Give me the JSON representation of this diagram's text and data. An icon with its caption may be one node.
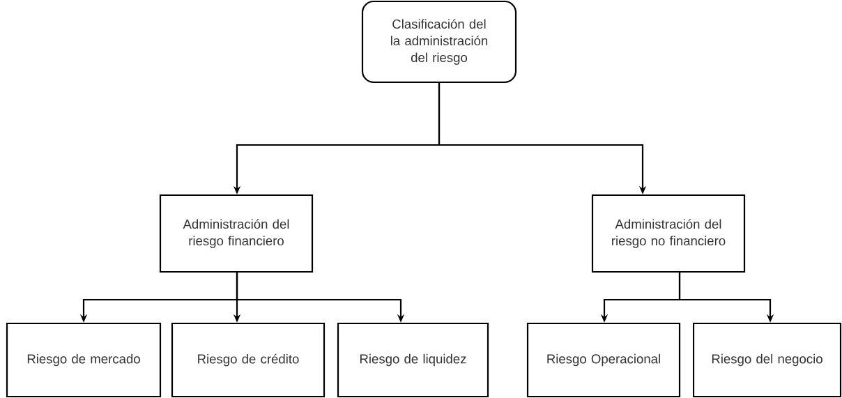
{
  "diagram": {
    "nodes": [
      {
        "text": [
          "Clasificación del la administración del riesgo"
        ]
      },
      {
        "text": [
          "Administración del riesgo financiero"
        ]
      },
      {
        "text": [
          "Administración del riesgo no financiero"
        ]
      },
      {
        "text": [
          "Riesgo de mercado"
        ]
      },
      {
        "text": [
          "Riesgo de crédito"
        ]
      },
      {
        "text": [
          "Riesgo de liquidez"
        ]
      },
      {
        "text": [
          "Riesgo Operacional"
        ]
      },
      {
        "text": [
          "Riesgo del negocio"
        ]
      }
    ],
    "edges": [
      {
        "from": 0,
        "to": 1,
        "arrow": "to"
      },
      {
        "from": 0,
        "to": 2,
        "arrow": "to"
      },
      {
        "from": 1,
        "to": 3,
        "arrow": "to"
      },
      {
        "from": 1,
        "to": 4,
        "arrow": "to"
      },
      {
        "from": 1,
        "to": 5,
        "arrow": "to"
      },
      {
        "from": 2,
        "to": 6,
        "arrow": "to"
      },
      {
        "from": 2,
        "to": 7,
        "arrow": "to"
      }
    ]
  }
}
